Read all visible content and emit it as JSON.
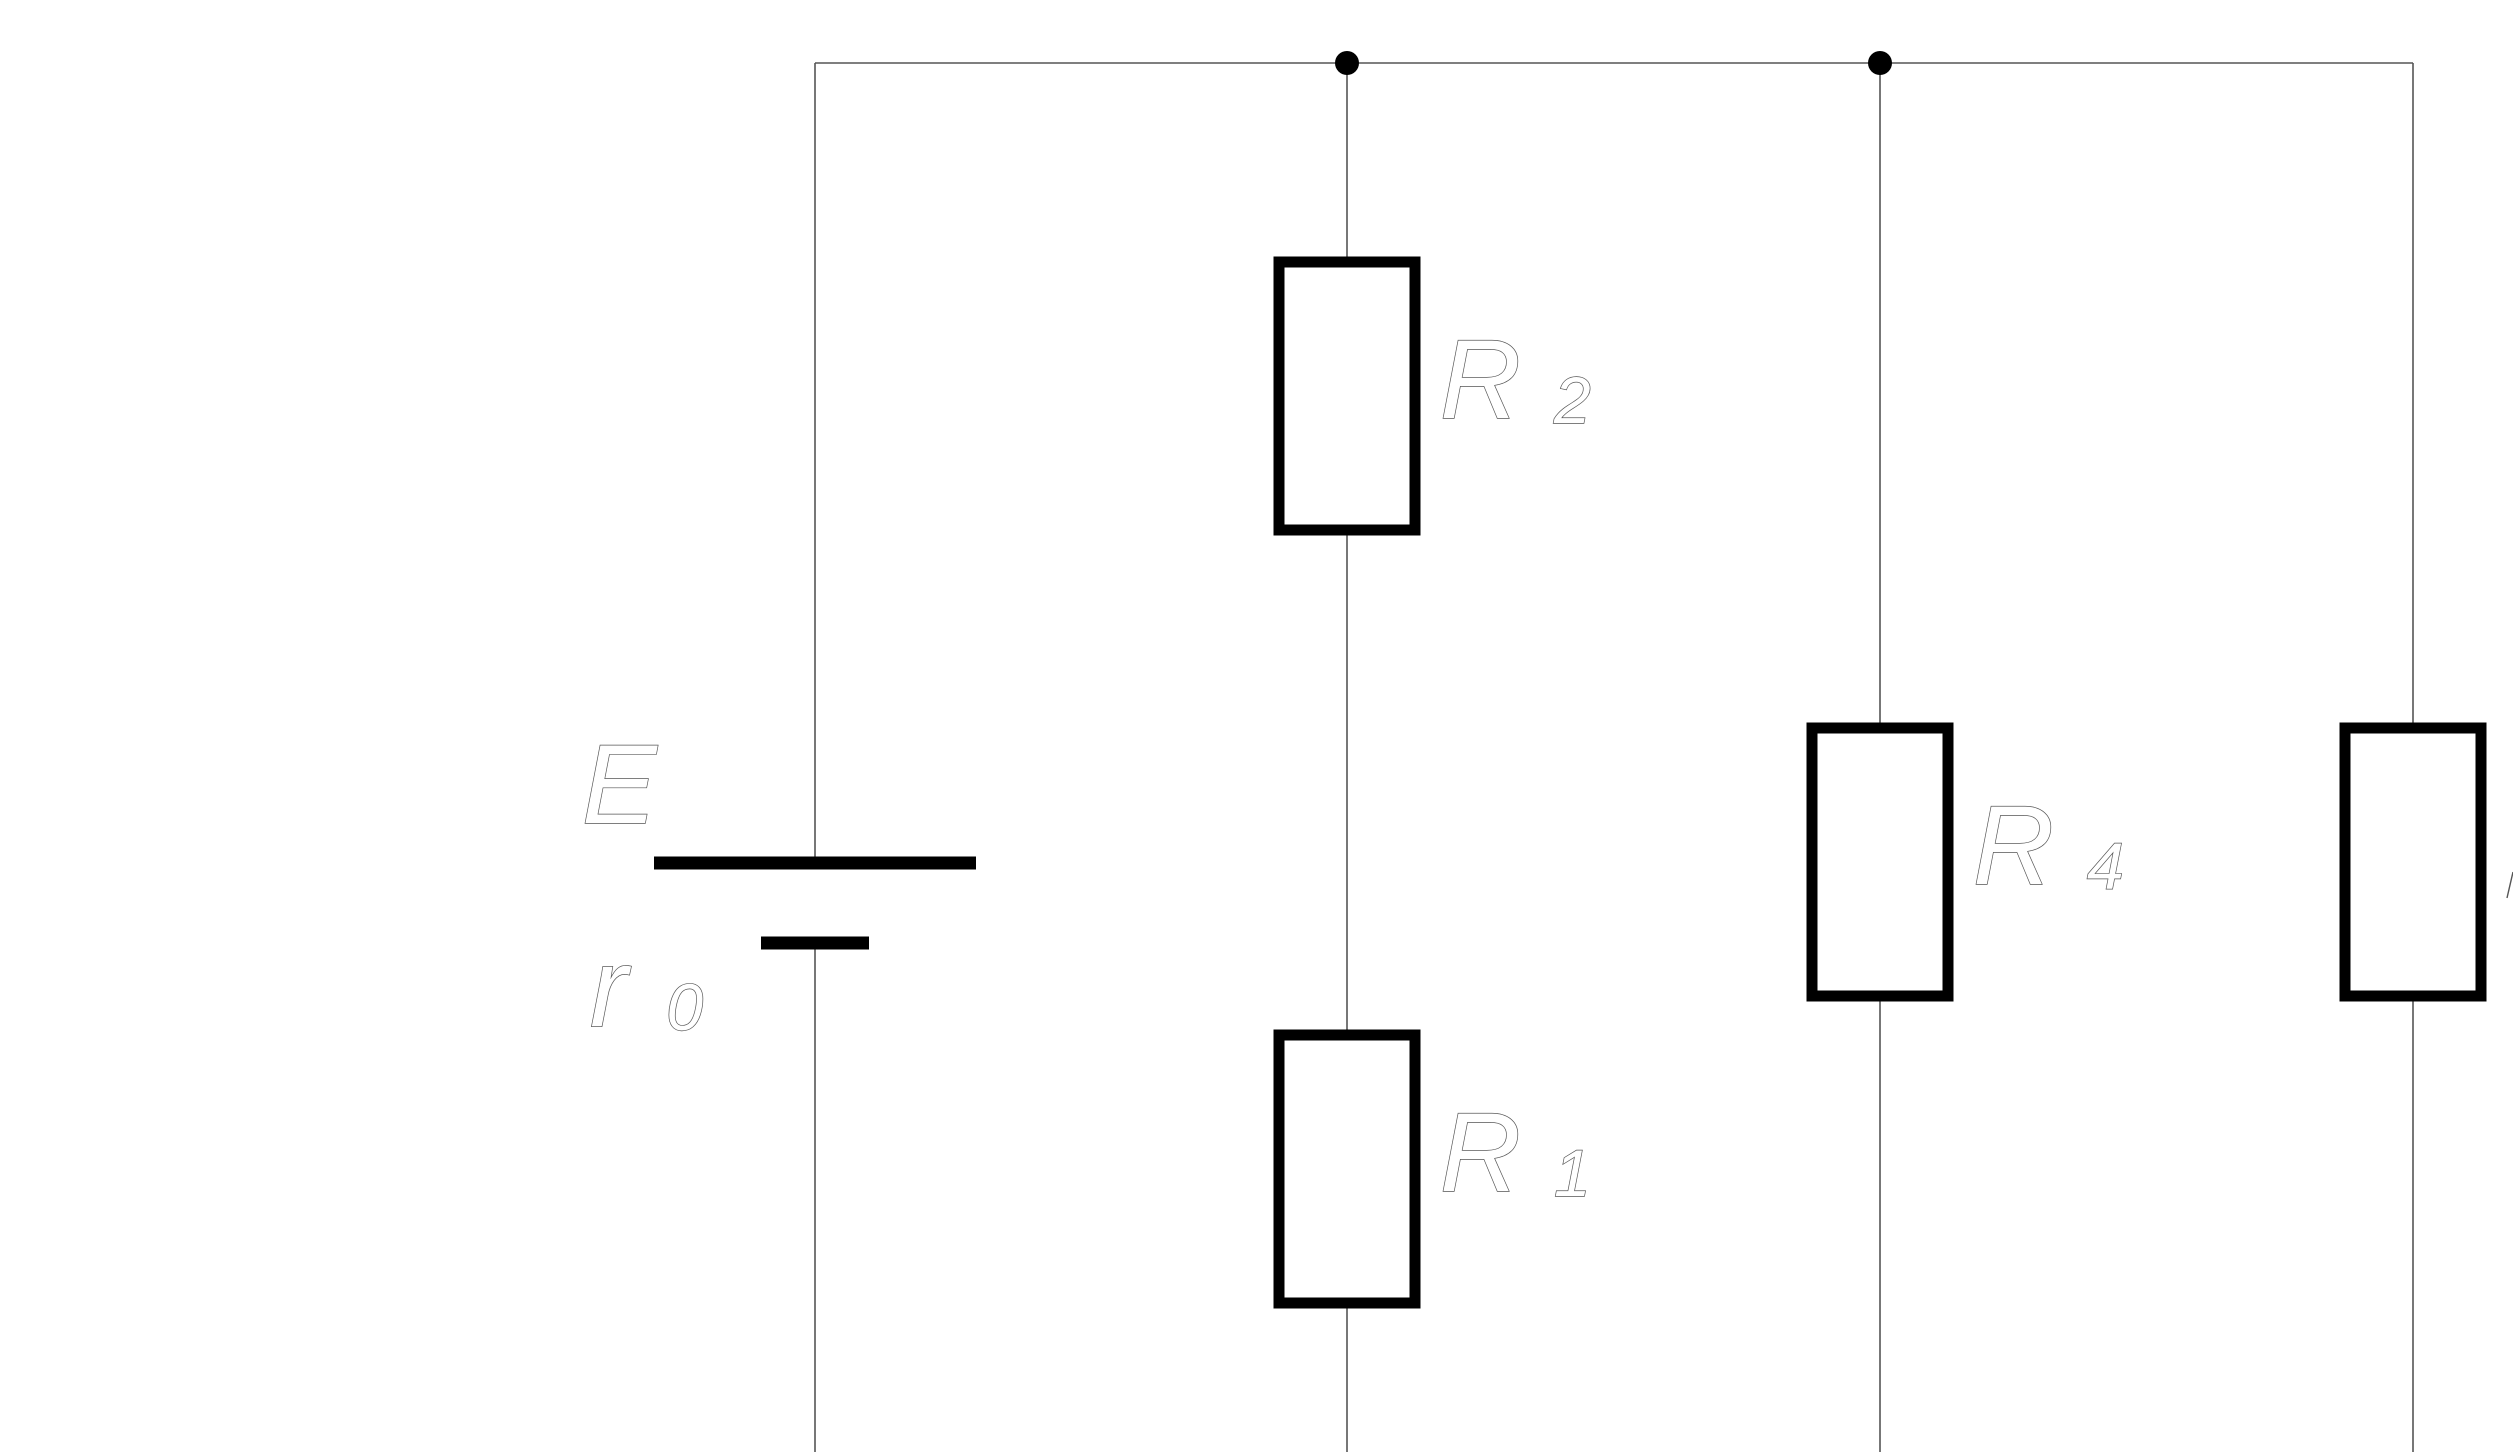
{
  "diagram": {
    "colors": {
      "background": "#ffffff",
      "wire": "#555555",
      "component": "#000000",
      "label_stroke": "#555555"
    },
    "source": {
      "label": "E",
      "internal_resistance_symbol": "r",
      "internal_resistance_subscript": "0"
    },
    "resistors": [
      {
        "symbol": "R",
        "subscript": "2"
      },
      {
        "symbol": "R",
        "subscript": "1"
      },
      {
        "symbol": "R",
        "subscript": "4"
      }
    ]
  }
}
